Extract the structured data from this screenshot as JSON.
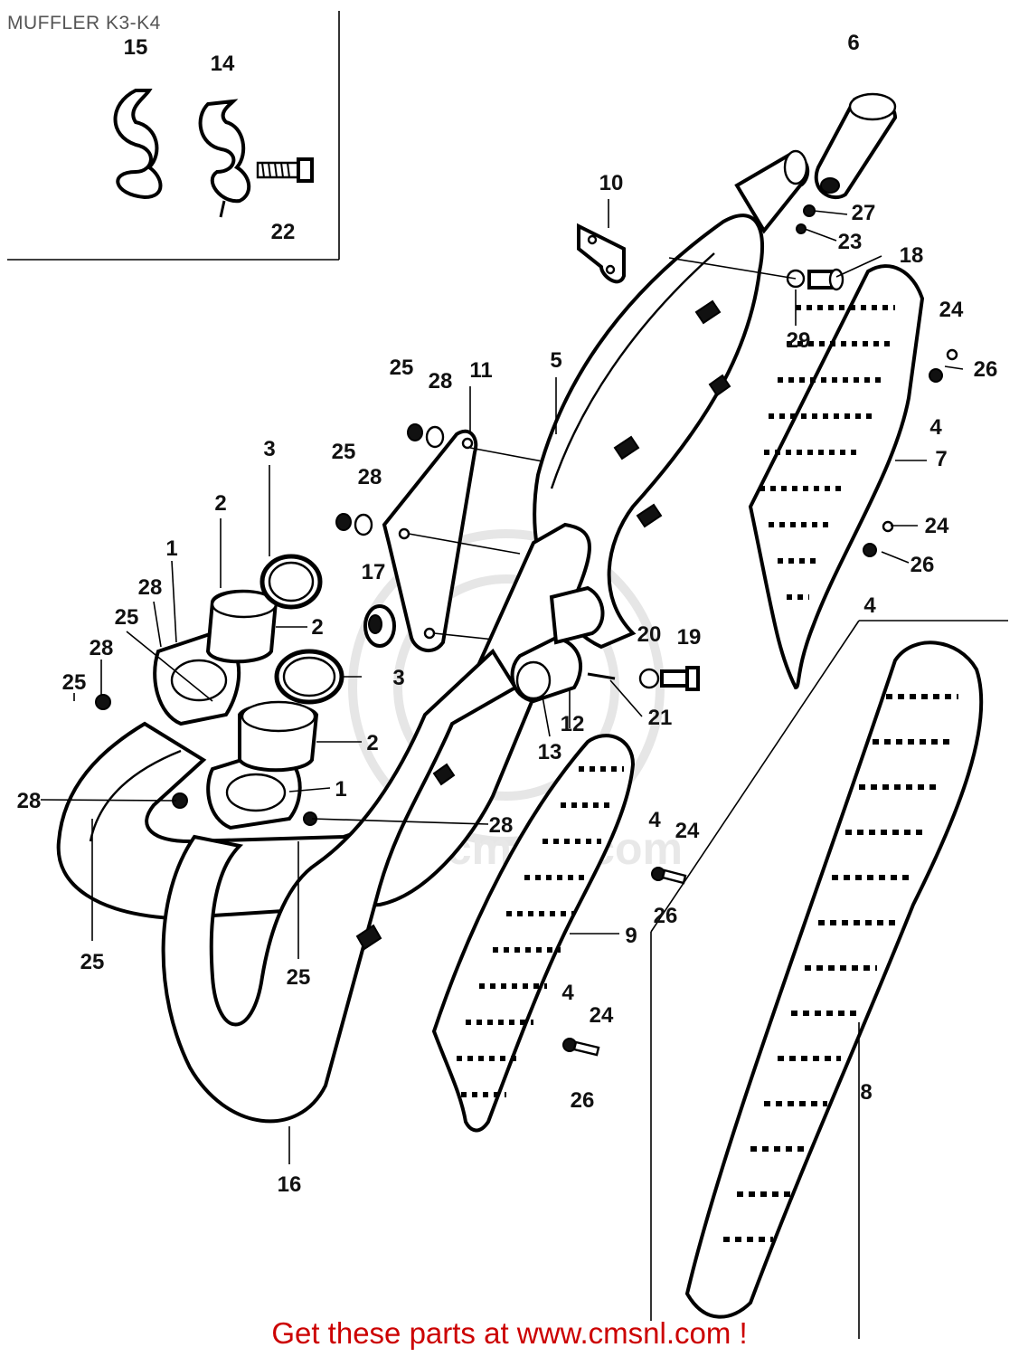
{
  "title": "MUFFLER K3-K4",
  "footer": {
    "prefix": "Get these parts at ",
    "link": "www.cmsnl.com",
    "suffix": " !"
  },
  "colors": {
    "footer_text": "#cc0000",
    "title_text": "#555555",
    "line_art": "#000000",
    "watermark": "#e6e6e6"
  },
  "watermark_text": "www.cmsnl.com",
  "callouts": {
    "p1": "1",
    "p2": "2",
    "p3": "3",
    "p4": "4",
    "p5": "5",
    "p6": "6",
    "p7": "7",
    "p8": "8",
    "p9": "9",
    "p10": "10",
    "p11": "11",
    "p12": "12",
    "p13": "13",
    "p14": "14",
    "p15": "15",
    "p16": "16",
    "p17": "17",
    "p18": "18",
    "p19": "19",
    "p20": "20",
    "p21": "21",
    "p22": "22",
    "p23": "23",
    "p24": "24",
    "p25": "25",
    "p26": "26",
    "p27": "27",
    "p28": "28",
    "p29": "29"
  }
}
